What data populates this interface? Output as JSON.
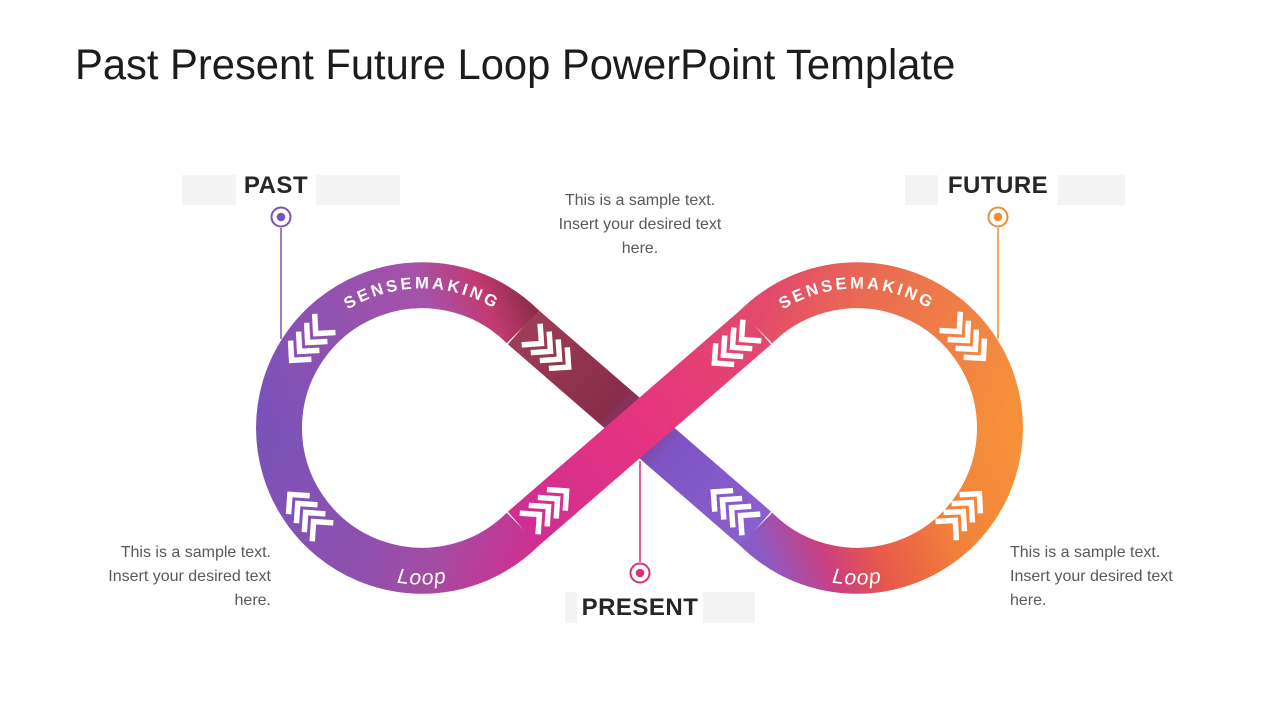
{
  "slide": {
    "title": "Past Present Future Loop PowerPoint Template"
  },
  "milestones": {
    "past": {
      "label": "PAST",
      "color": "#7C52B8"
    },
    "present": {
      "label": "PRESENT",
      "color": "#D93377"
    },
    "future": {
      "label": "FUTURE",
      "color": "#EE8D33"
    }
  },
  "infinity_loop": {
    "left_loop": {
      "arc_label": "SENSEMAKING",
      "bottom_label": "Loop"
    },
    "right_loop": {
      "arc_label": "SENSEMAKING",
      "bottom_label": "Loop"
    },
    "chevron_color": "#FFFFFF",
    "gradient_colors": {
      "purple": "#7C52B8",
      "violet_magenta": "#A750A8",
      "magenta": "#D02F90",
      "bright_pink": "#E63380",
      "crimson": "#C23A6F",
      "maroon": "#8C2C4B",
      "pink": "#E2496C",
      "coral": "#E96A52",
      "orange": "#F6913A"
    }
  },
  "text_blocks": {
    "top_center": "This is a sample text. Insert your desired text here.",
    "bottom_left": "This is a sample text. Insert your desired text here.",
    "bottom_right": "This is a sample text. Insert your desired text here."
  }
}
